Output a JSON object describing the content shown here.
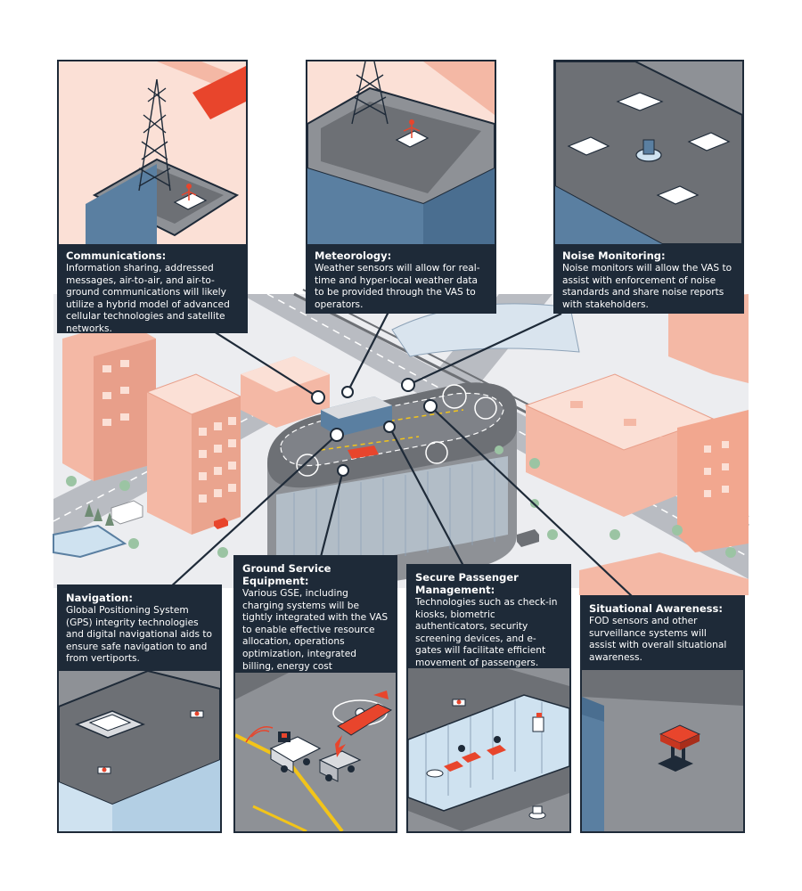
{
  "panels": {
    "communications": {
      "title": "Communications:",
      "body": "Information sharing, addressed messages, air-to-air, and air-to-ground communications will likely utilize a hybrid model of advanced cellular technologies and satellite networks."
    },
    "meteorology": {
      "title": "Meteorology:",
      "body": "Weather sensors  will allow for real-time and hyper-local weather data to be provided through the VAS to operators."
    },
    "noise": {
      "title": "Noise Monitoring:",
      "body": "Noise monitors will allow the VAS to assist with enforcement of noise standards and share noise reports with stakeholders."
    },
    "navigation": {
      "title": "Navigation:",
      "body": "Global Positioning System (GPS) integrity technologies and digital navigational aids to ensure safe navigation to and from vertiports."
    },
    "gse": {
      "title": "Ground Service Equipment:",
      "body": "Various GSE, including charging systems will be tightly integrated with the VAS to enable effective resource allocation, operations optimization, integrated billing, energy cost optimization, etc."
    },
    "passenger": {
      "title": "Secure Passenger Management:",
      "body": "Technologies such as check-in kiosks, biometric authenticators, security screening devices, and e-gates will facilitate efficient movement of passengers."
    },
    "awareness": {
      "title": "Situational Awareness:",
      "body": "FOD sensors and other surveillance systems will assist with overall situational awareness."
    }
  },
  "colors": {
    "navy": "#1e2a38",
    "accent_red": "#e8452c",
    "salmon": "#f4b8a5",
    "light_salmon": "#fbe0d6",
    "steel_blue": "#5a7fa1",
    "gray": "#8e9196",
    "dark_gray": "#6d7075",
    "light_gray": "#d9dbdf",
    "ground": "#ecedf0",
    "tree_green": "#9bc4a3",
    "glass_blue": "#cfe2f0",
    "yellow_marking": "#f2c41a"
  }
}
